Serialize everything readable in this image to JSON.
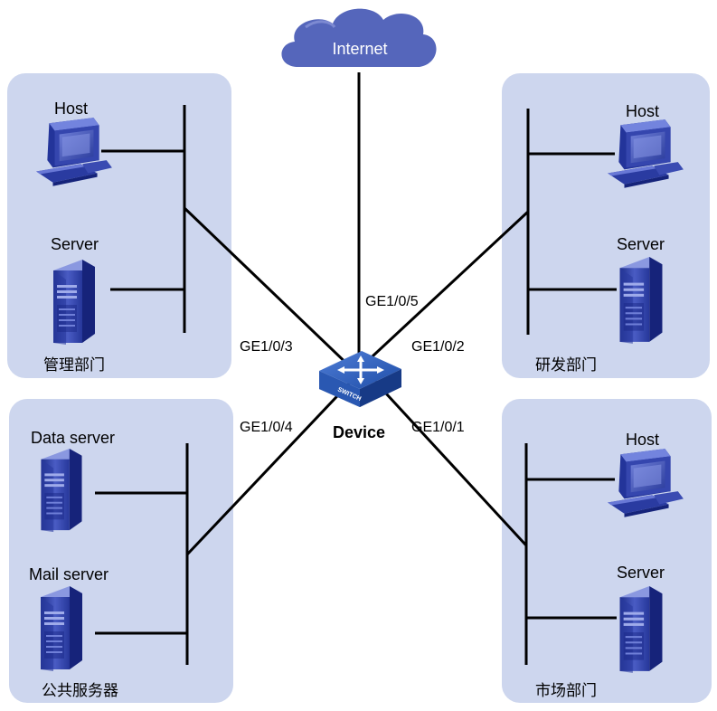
{
  "internet": {
    "label": "Internet",
    "color": "#5566bb"
  },
  "device": {
    "label": "Device",
    "badge": "SWITCH",
    "color": "#2f54a8"
  },
  "zone_color": "#cdd6ee",
  "ports": {
    "p1": "GE1/0/1",
    "p2": "GE1/0/2",
    "p3": "GE1/0/3",
    "p4": "GE1/0/4",
    "p5": "GE1/0/5"
  },
  "zones": {
    "management": {
      "name": "管理部门",
      "host": "Host",
      "server": "Server"
    },
    "rnd": {
      "name": "研发部门",
      "host": "Host",
      "server": "Server"
    },
    "public": {
      "name": "公共服务器",
      "data_server": "Data server",
      "mail_server": "Mail server"
    },
    "marketing": {
      "name": "市场部门",
      "host": "Host",
      "server": "Server"
    }
  },
  "icons": {
    "host": "desktop-computer-icon",
    "server": "tower-server-icon",
    "switch": "network-switch-icon",
    "cloud": "cloud-icon"
  }
}
